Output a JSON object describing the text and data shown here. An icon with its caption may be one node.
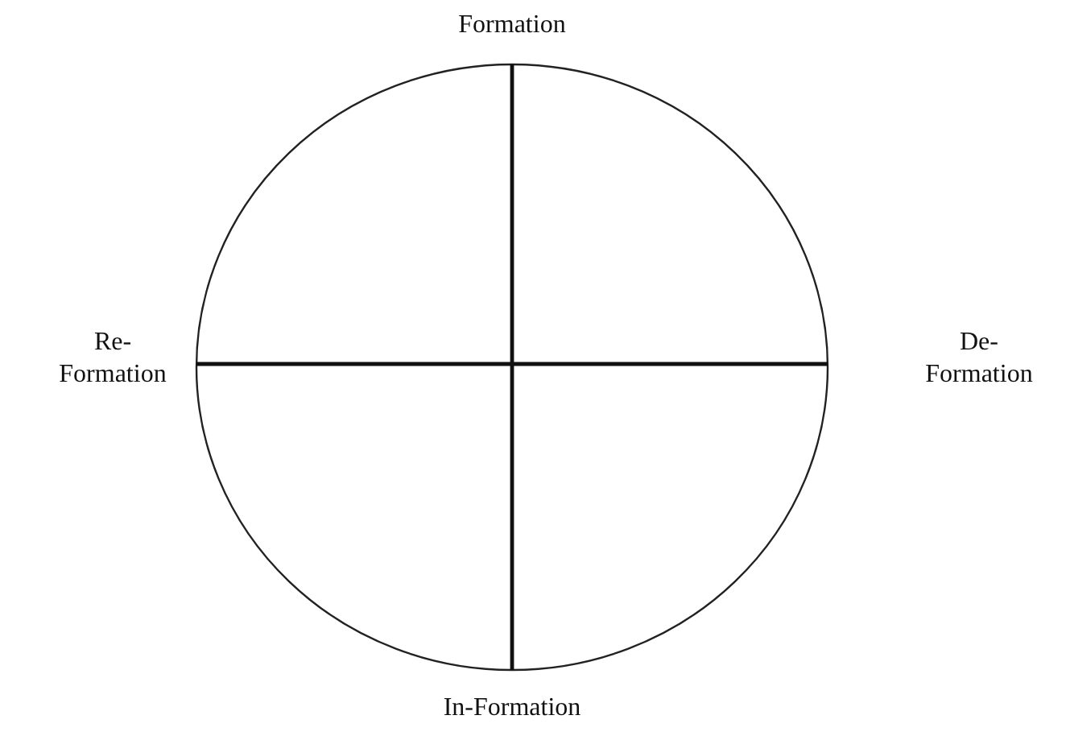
{
  "diagram": {
    "labels": [
      "Formation",
      "Re- Formation",
      "De- Formation",
      "In-Formation"
    ]
  }
}
